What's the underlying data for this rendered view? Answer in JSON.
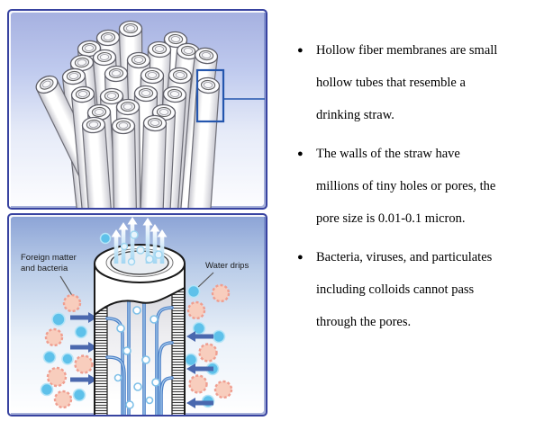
{
  "bullet_glyph": "●",
  "bullets": [
    {
      "text": "Hollow fiber membranes are small\nhollow tubes that resemble a\ndrinking straw."
    },
    {
      "text": "The walls of the straw have\nmillions of tiny holes or pores, the\npore size is 0.01-0.1 micron."
    },
    {
      "text": "Bacteria, viruses, and particulates\nincluding colloids cannot pass\nthrough the pores."
    }
  ],
  "diagram": {
    "label_foreign": "Foreign matter\nand bacteria",
    "label_water": "Water drips"
  },
  "colors": {
    "panel_border": "#3843a0",
    "highlight_blue": "#2456ae",
    "water_drop_blue": "#5ec1ea",
    "foreign_matter_pink": "#f8cdbd",
    "flow_arrow_blue": "#4a68ae"
  }
}
